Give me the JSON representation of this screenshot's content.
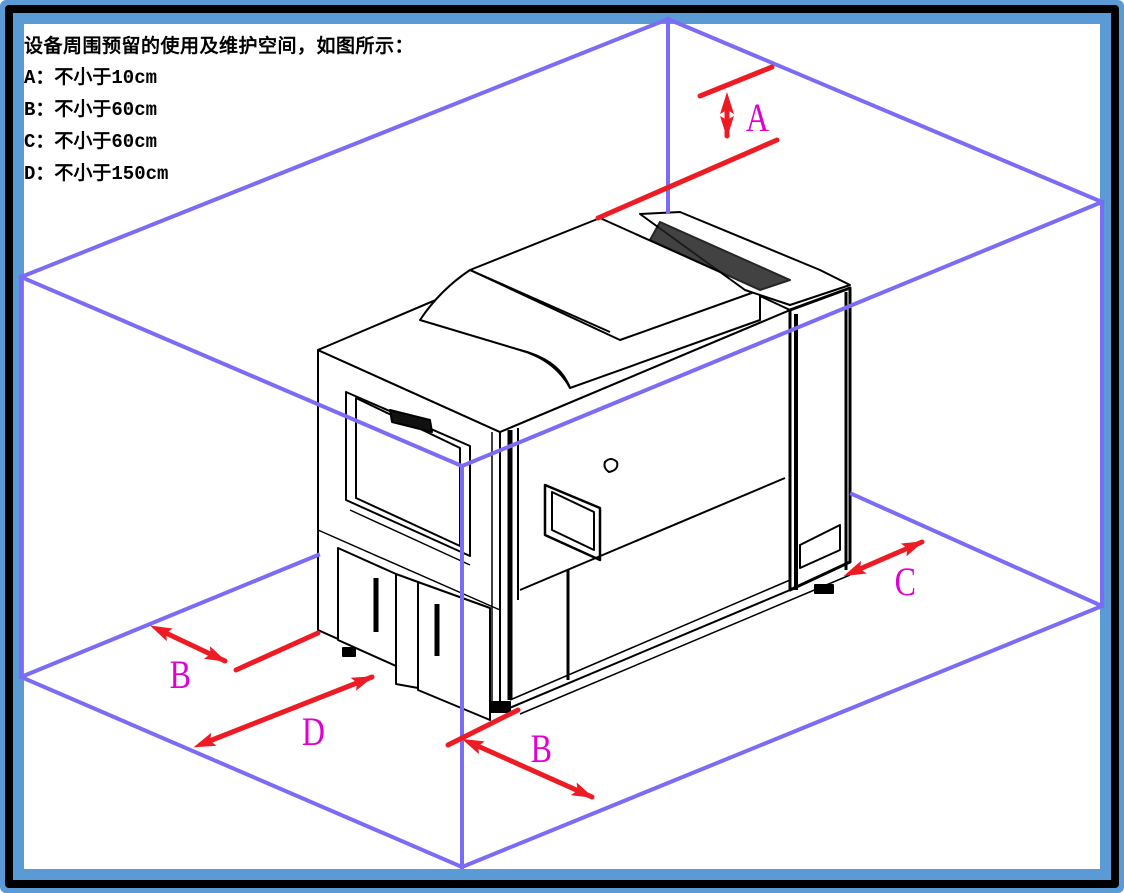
{
  "diagram": {
    "title": "设备周围预留的使用及维护空间，如图所示：",
    "requirements": [
      {
        "key": "A",
        "text": "A：不小于10cm"
      },
      {
        "key": "B",
        "text": "B：不小于60cm"
      },
      {
        "key": "C",
        "text": "C：不小于60cm"
      },
      {
        "key": "D",
        "text": "D：不小于150cm"
      }
    ],
    "dimension_labels": {
      "A": "A",
      "B_left": "B",
      "B_front": "B",
      "C": "C",
      "D": "D"
    },
    "subject": "environmental-test-chamber",
    "colors": {
      "frame_blue": "#5b9bd5",
      "frame_black": "#000000",
      "clearance_box": "#7b6cf6",
      "dimension_arrow": "#ed1c24",
      "dimension_label": "#e000d0",
      "machine_outline": "#000000"
    }
  }
}
